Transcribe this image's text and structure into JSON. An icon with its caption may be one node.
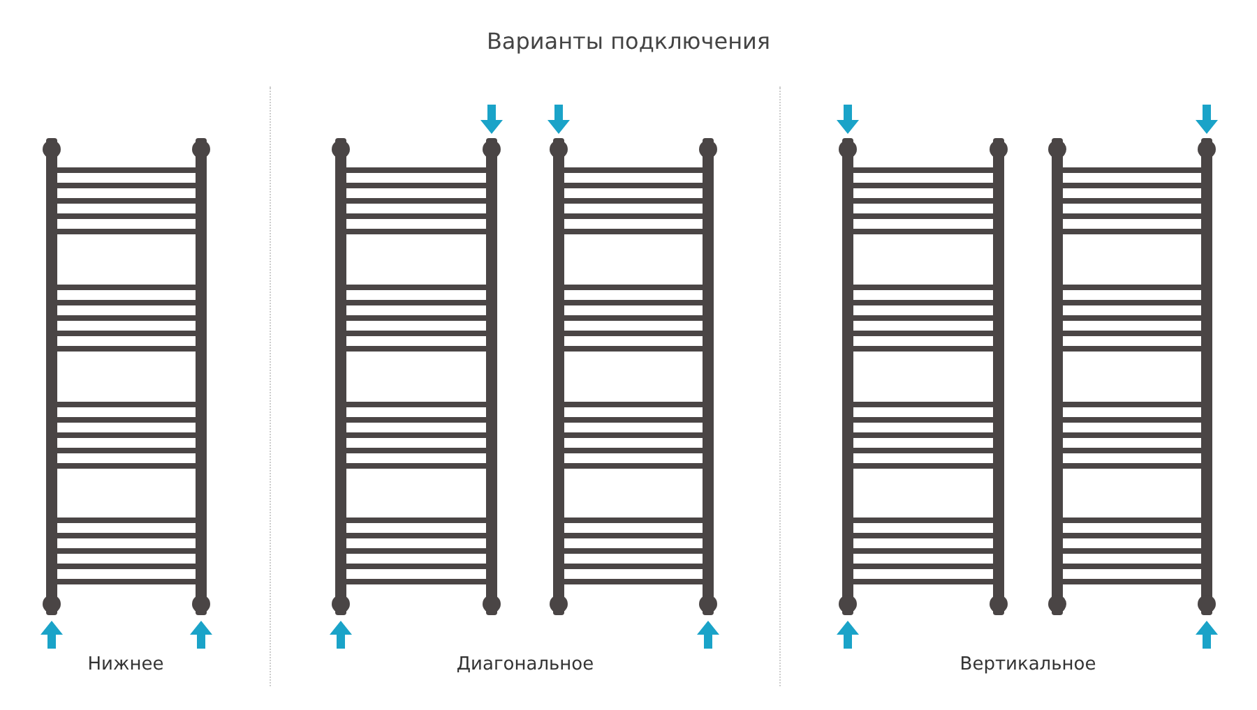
{
  "diagram": {
    "title": "Варианты подключения",
    "labels": [
      "Нижнее",
      "Диагональное",
      "Вертикальное"
    ]
  }
}
